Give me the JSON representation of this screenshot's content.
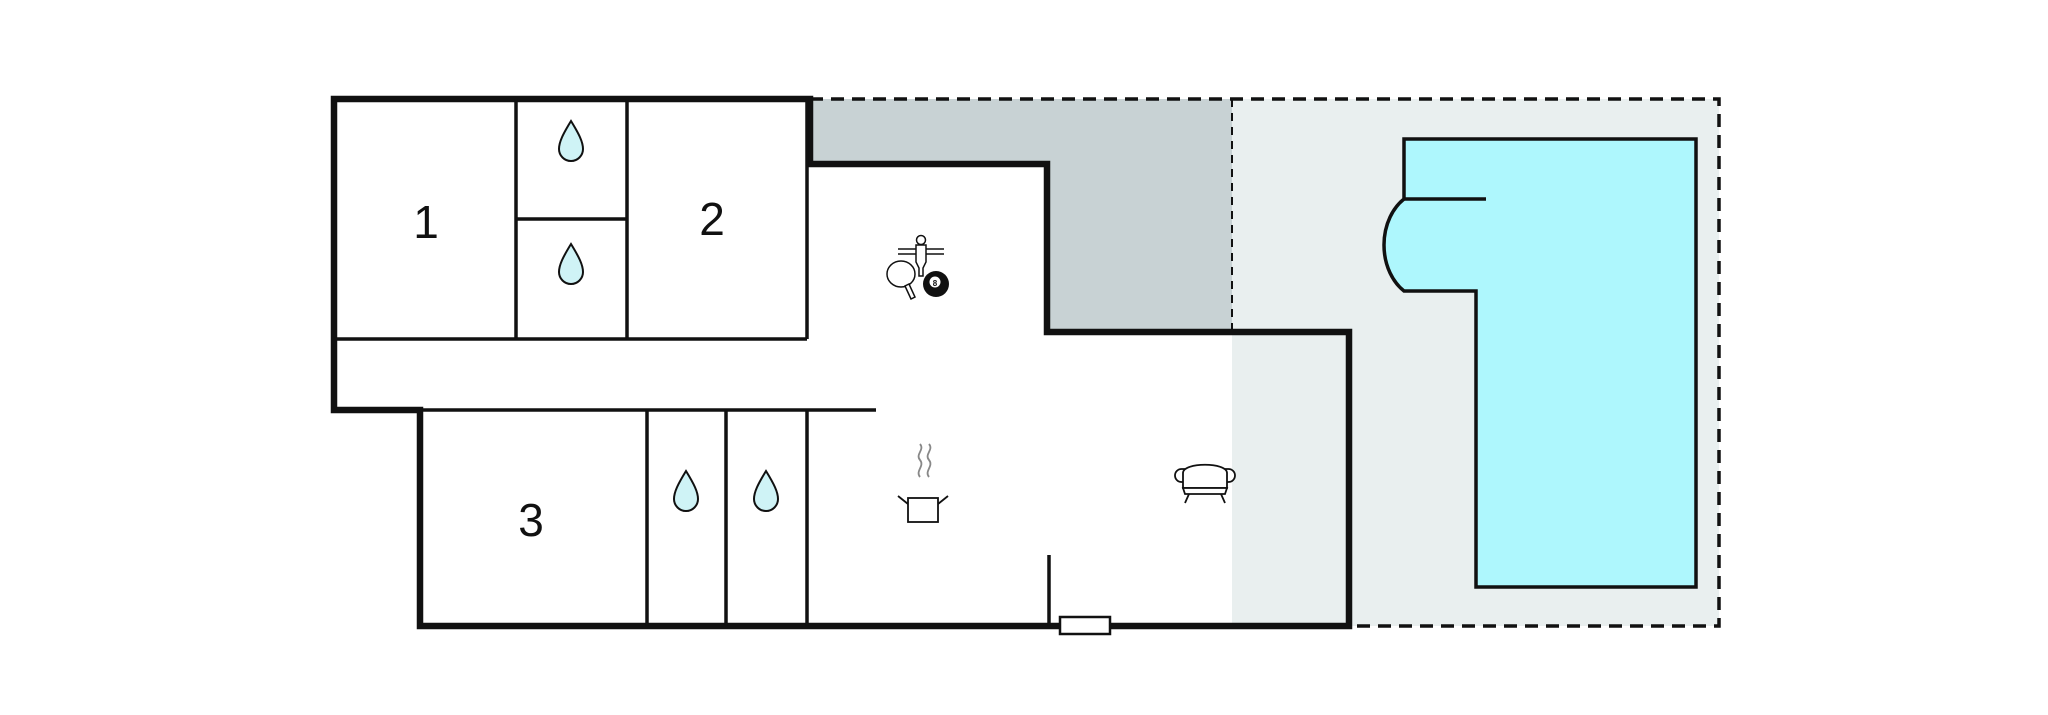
{
  "floorplan": {
    "rooms": [
      {
        "id": "bedroom-1",
        "label": "1"
      },
      {
        "id": "bedroom-2",
        "label": "2"
      },
      {
        "id": "bedroom-3",
        "label": "3"
      }
    ],
    "icons": [
      {
        "id": "bathroom-drop",
        "name": "water-drop-icon",
        "count": 4
      },
      {
        "id": "activity",
        "name": "table-football-table-tennis-billiards-icon"
      },
      {
        "id": "billiard-ball",
        "name": "eight-ball-icon",
        "text": "8"
      },
      {
        "id": "kitchen",
        "name": "cooking-pot-icon"
      },
      {
        "id": "living",
        "name": "sofa-icon"
      },
      {
        "id": "pool",
        "name": "swimming-pool"
      }
    ],
    "colors": {
      "wall": "#111111",
      "covered_terrace": "#c8d2d4",
      "outdoor_area": "#e9efef",
      "pool_water": "#aef7fd",
      "drop_fill": "#cff3f6"
    }
  }
}
